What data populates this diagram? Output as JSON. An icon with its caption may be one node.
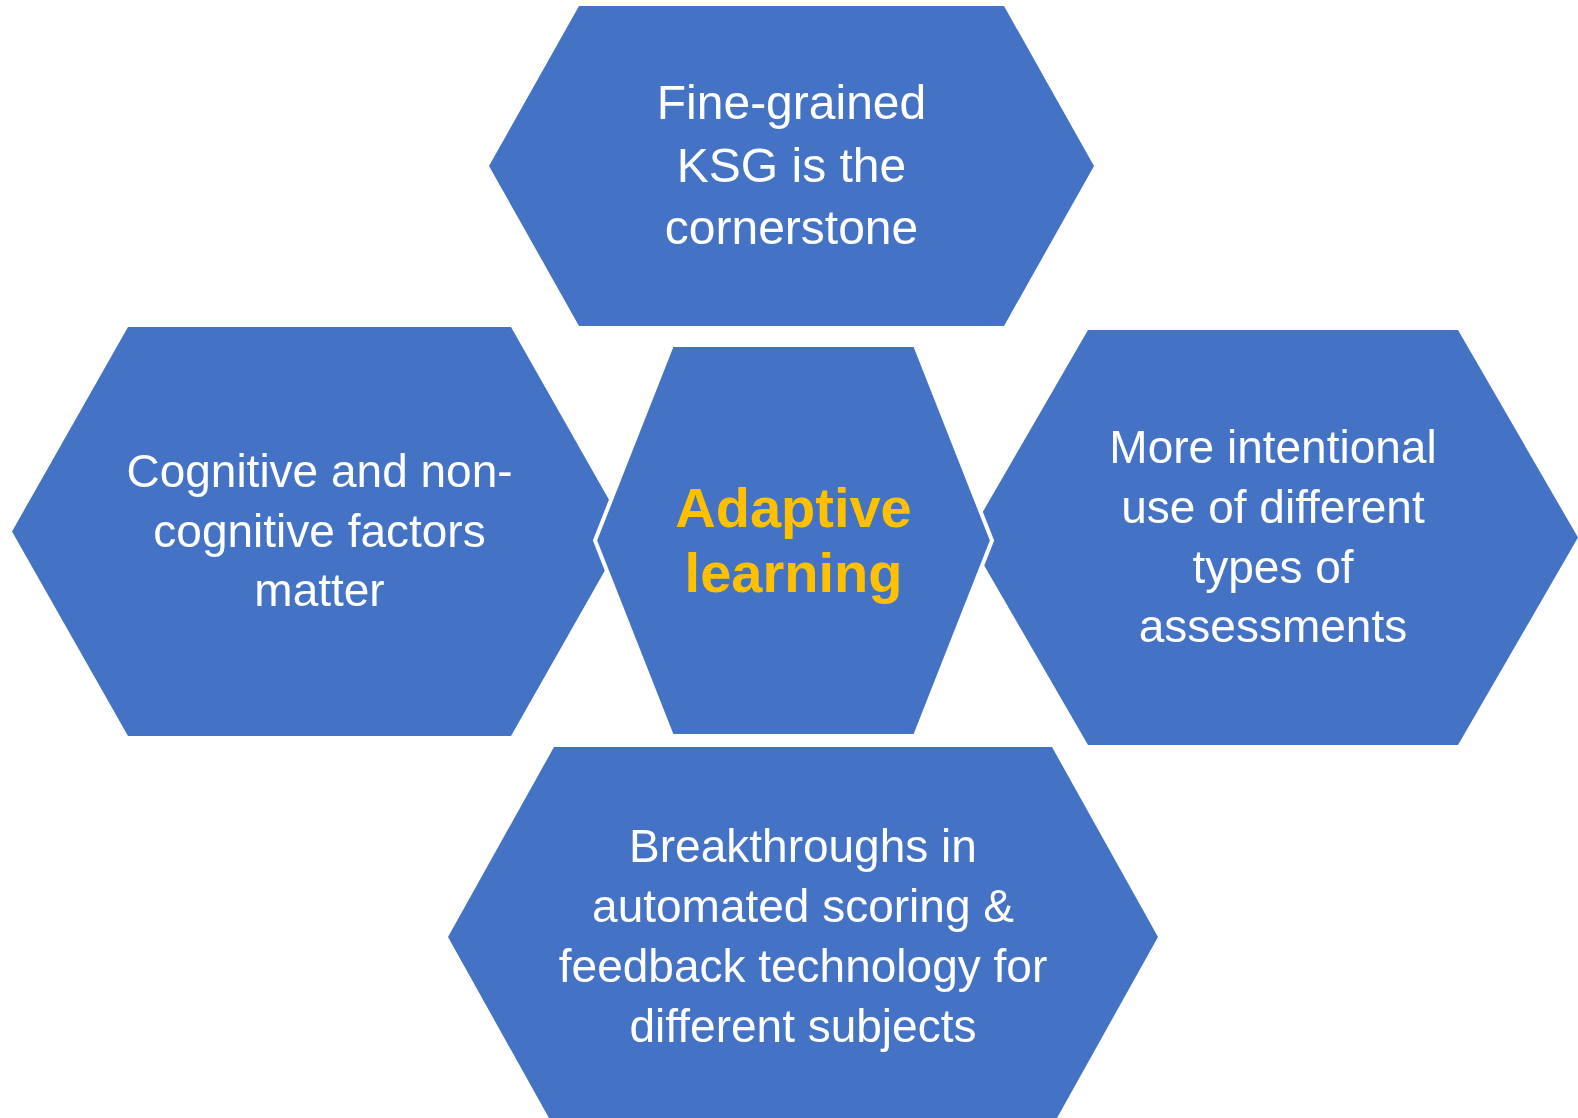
{
  "diagram": {
    "nodes": [
      {
        "text": [
          "Fine-grained KSG is the cornerstone"
        ]
      },
      {
        "text": [
          "Cognitive and non-cognitive factors matter"
        ]
      },
      {
        "text": [
          "Adaptive learning"
        ]
      },
      {
        "text": [
          "More intentional use of different types of assessments"
        ]
      },
      {
        "text": [
          "Breakthroughs in automated scoring & feedback technology for different subjects"
        ]
      }
    ],
    "edges": []
  }
}
